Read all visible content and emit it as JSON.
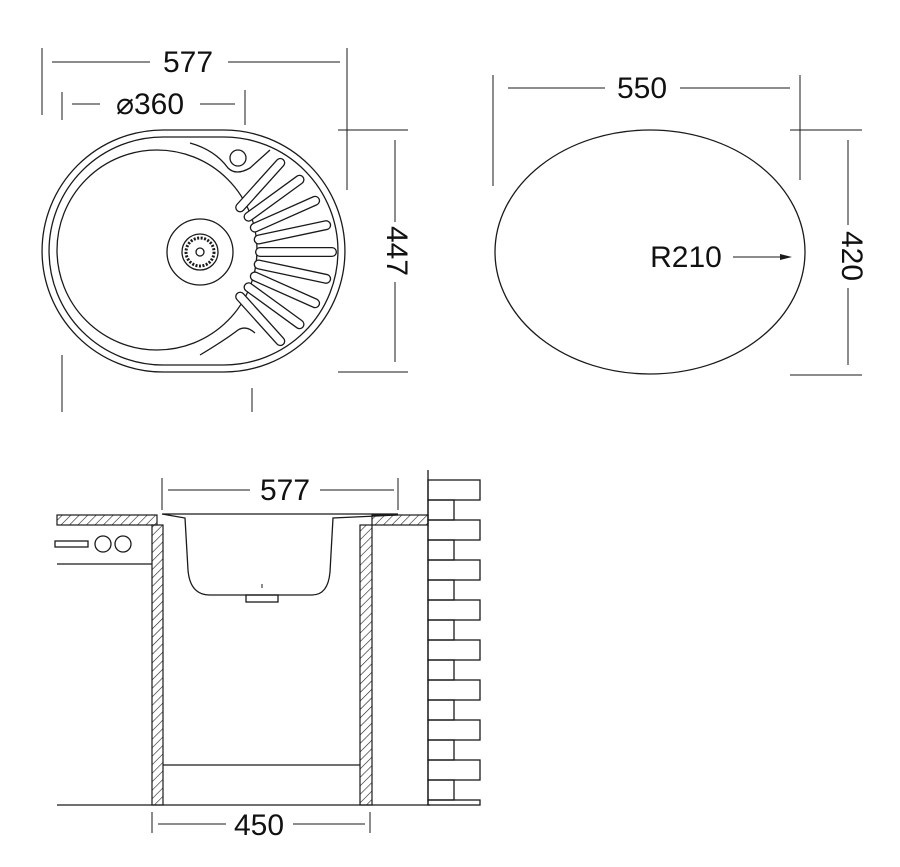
{
  "top_view": {
    "width_label": "577",
    "bowl_diameter_label": "⌀360",
    "depth_label": "447"
  },
  "cutout_view": {
    "width_label": "550",
    "radius_label": "R210",
    "height_label": "420"
  },
  "side_view": {
    "sink_width_label": "577",
    "cabinet_width_label": "450"
  },
  "colors": {
    "line": "#1a1a1a",
    "background": "#ffffff"
  }
}
